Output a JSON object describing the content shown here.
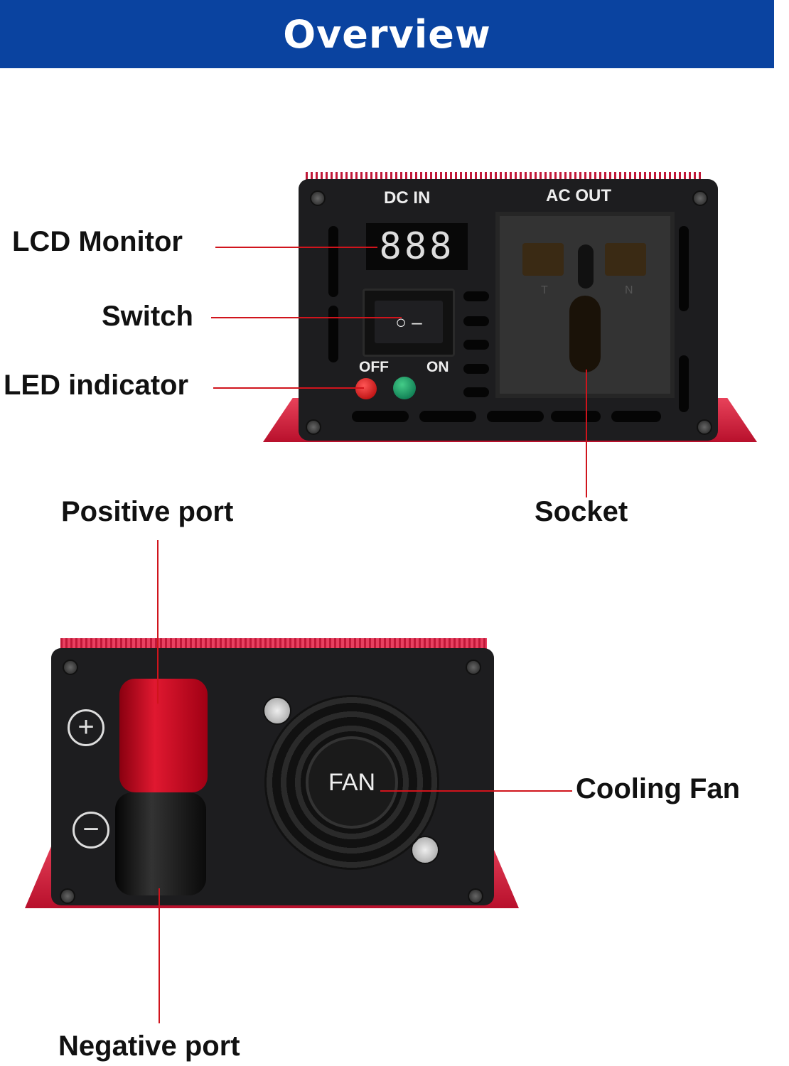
{
  "header": {
    "title": "Overview"
  },
  "front_panel": {
    "dc_in": "DC IN",
    "ac_out": "AC OUT",
    "lcd_digits": "888",
    "off": "OFF",
    "on": "ON",
    "socket_t": "T",
    "socket_n": "N"
  },
  "back_panel": {
    "fan": "FAN",
    "positive_symbol": "+",
    "negative_symbol": "−"
  },
  "callouts": {
    "lcd_monitor": "LCD Monitor",
    "switch": "Switch",
    "led_indicator": "LED indicator",
    "socket": "Socket",
    "positive_port": "Positive port",
    "negative_port": "Negative port",
    "cooling_fan": "Cooling Fan"
  },
  "colors": {
    "header": "#0a43a0",
    "callout_line": "#d0141c",
    "housing": "#d6163c"
  }
}
